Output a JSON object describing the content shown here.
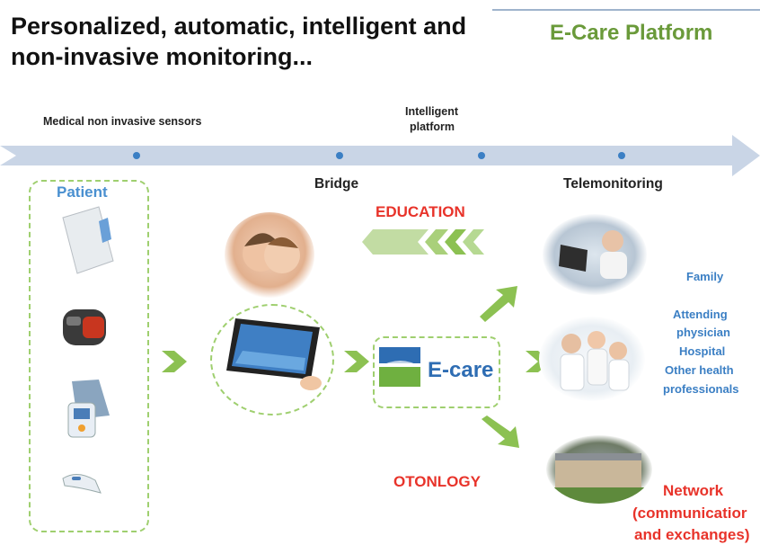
{
  "header": {
    "title": "Personalized, automatic, intelligent and non-invasive monitoring...",
    "platform_name": "E-Care Platform"
  },
  "timeline": {
    "label_sensors": "Medical non invasive sensors",
    "label_intelligent_line1": "Intelligent",
    "label_intelligent_line2": "platform",
    "label_bridge": "Bridge",
    "label_telemonitoring": "Telemonitoring"
  },
  "patient": {
    "label": "Patient"
  },
  "flows": {
    "education": "EDUCATION",
    "otonlogy": "OTONLOGY"
  },
  "ecare": {
    "logo_text": "E-care"
  },
  "recipients": {
    "family": "Family",
    "attending_line1": "Attending",
    "attending_line2": "physician",
    "hospital": "Hospital",
    "other_line1": "Other health",
    "other_line2": "professionals"
  },
  "network": {
    "line1": "Network",
    "line2": "(communicatior",
    "line3": "and exchanges)"
  },
  "colors": {
    "title": "#111111",
    "platform": "#6a9a3a",
    "arrow_band": "#c9d5e6",
    "green": "#8cc152",
    "red": "#e8332a",
    "blue": "#3b7fc4"
  }
}
